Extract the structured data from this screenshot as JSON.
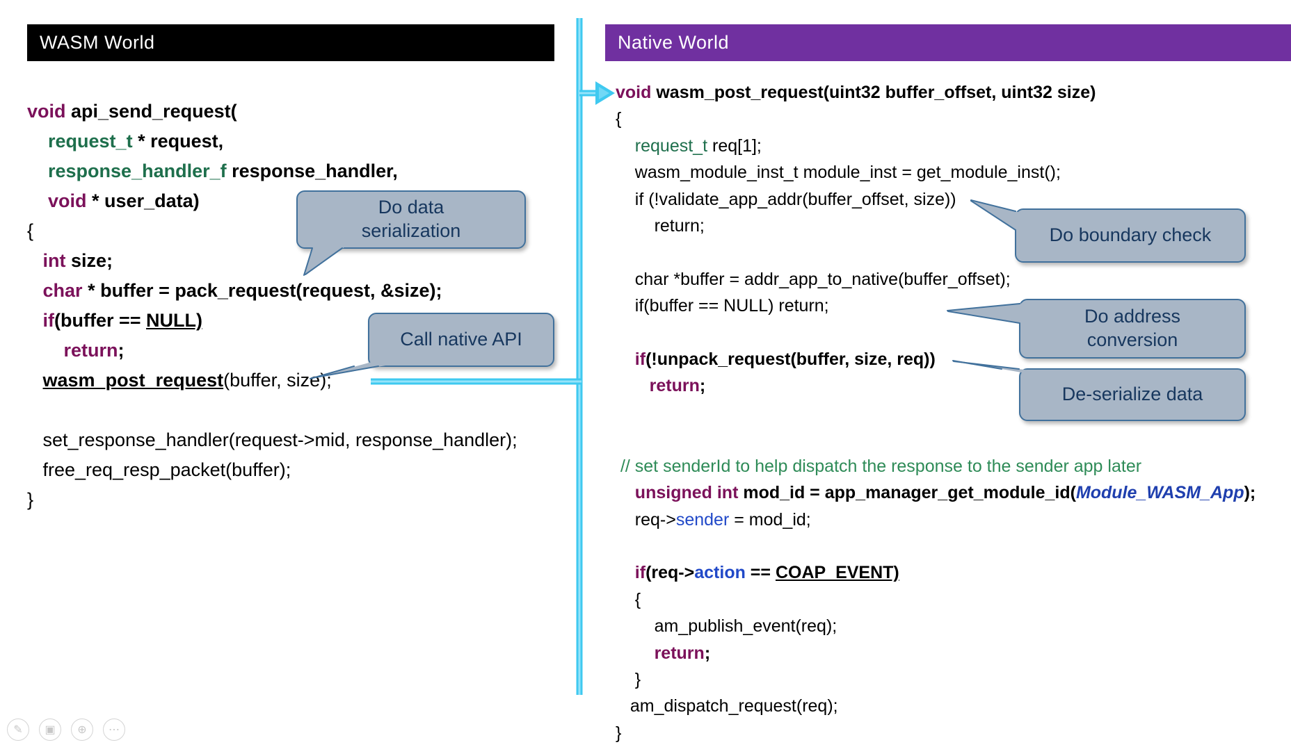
{
  "colors": {
    "header_left_bg": "#000000",
    "header_right_bg": "#7030A0",
    "keyword": "#7B115A",
    "type": "#1E6F4C",
    "comment": "#2E8B57",
    "blue": "#2149C8",
    "dark_blue": "#1F3FAE",
    "callout_bg": "#A8B6C6",
    "callout_border": "#41719C",
    "callout_text": "#17375E",
    "connector": "#3FC9F0",
    "connector_light": "#A5E8FB"
  },
  "left_panel": {
    "header": "WASM World",
    "code": [
      [
        [
          "void ",
          "kw"
        ],
        [
          "api_send_request(",
          "b"
        ]
      ],
      [
        [
          "    ",
          "p"
        ],
        [
          "request_t ",
          "typ"
        ],
        [
          "* request,",
          "b"
        ]
      ],
      [
        [
          "    ",
          "p"
        ],
        [
          "response_handler_f ",
          "typ"
        ],
        [
          "response_handler,",
          "b"
        ]
      ],
      [
        [
          "    ",
          "p"
        ],
        [
          "void ",
          "kw"
        ],
        [
          "* user_data)",
          "b"
        ]
      ],
      [
        [
          "{",
          "p"
        ]
      ],
      [
        [
          "   ",
          "p"
        ],
        [
          "int ",
          "kw"
        ],
        [
          "size;",
          "b"
        ]
      ],
      [
        [
          "   ",
          "p"
        ],
        [
          "char ",
          "kw"
        ],
        [
          "* buffer = pack_request(request, &size);",
          "b"
        ]
      ],
      [
        [
          "   ",
          "p"
        ],
        [
          "if",
          "kw"
        ],
        [
          "(buffer == ",
          "b"
        ],
        [
          "NULL)",
          "bu"
        ]
      ],
      [
        [
          "       ",
          "p"
        ],
        [
          "return",
          "kw"
        ],
        [
          ";",
          "b"
        ]
      ],
      [
        [
          "   ",
          "p"
        ],
        [
          "wasm_post_request",
          "bu"
        ],
        [
          "(buffer, size);",
          "p"
        ]
      ],
      [],
      [
        [
          "   set_response_handler(request->mid, response_handler);",
          "p"
        ]
      ],
      [
        [
          "   free_req_resp_packet(buffer);",
          "p"
        ]
      ],
      [
        [
          "}",
          "p"
        ]
      ]
    ]
  },
  "right_panel": {
    "header": "Native World",
    "code": [
      [
        [
          "void ",
          "kw"
        ],
        [
          "wasm_post_request(uint32 buffer_offset, uint32 size)",
          "b"
        ]
      ],
      [
        [
          "{",
          "p"
        ]
      ],
      [
        [
          "    ",
          "p"
        ],
        [
          "request_t",
          "typr"
        ],
        [
          " req[1];",
          "p"
        ]
      ],
      [
        [
          "    wasm_module_inst_t module_inst = get_module_inst();",
          "p"
        ]
      ],
      [
        [
          "    if (!validate_app_addr(buffer_offset, size))",
          "p"
        ]
      ],
      [
        [
          "        return;",
          "p"
        ]
      ],
      [],
      [
        [
          "    char *buffer = addr_app_to_native(buffer_offset);",
          "p"
        ]
      ],
      [
        [
          "    if(buffer == NULL) return;",
          "p"
        ]
      ],
      [],
      [
        [
          "    ",
          "p"
        ],
        [
          "if",
          "kw"
        ],
        [
          "(!unpack_request(buffer, size, req))",
          "b"
        ]
      ],
      [
        [
          "       ",
          "p"
        ],
        [
          "return",
          "kw"
        ],
        [
          ";",
          "b"
        ]
      ],
      [],
      [],
      [
        [
          " // set senderId to help dispatch the response to the sender app later",
          "c"
        ]
      ],
      [
        [
          "    ",
          "p"
        ],
        [
          "unsigned int ",
          "kw"
        ],
        [
          "mod_id = app_manager_get_module_id(",
          "b"
        ],
        [
          "Module_WASM_App",
          "mwa"
        ],
        [
          ");",
          "b"
        ]
      ],
      [
        [
          "    req->",
          "p"
        ],
        [
          "sender",
          "bl"
        ],
        [
          " = mod_id;",
          "p"
        ]
      ],
      [],
      [
        [
          "    ",
          "p"
        ],
        [
          "if",
          "kw"
        ],
        [
          "(req->",
          "b"
        ],
        [
          "action",
          "blb"
        ],
        [
          " == ",
          "b"
        ],
        [
          "COAP_EVENT)",
          "bu"
        ]
      ],
      [
        [
          "    {",
          "p"
        ]
      ],
      [
        [
          "        am_publish_event(req);",
          "p"
        ]
      ],
      [
        [
          "        ",
          "p"
        ],
        [
          "return",
          "kw"
        ],
        [
          ";",
          "b"
        ]
      ],
      [
        [
          "    }",
          "p"
        ]
      ],
      [
        [
          "   am_dispatch_request(req);",
          "p"
        ]
      ],
      [
        [
          "}",
          "p"
        ]
      ]
    ]
  },
  "callouts": [
    {
      "id": "do-data-serialization",
      "label": "Do data\nserialization"
    },
    {
      "id": "call-native-api",
      "label": "Call native API"
    },
    {
      "id": "do-boundary-check",
      "label": "Do boundary check"
    },
    {
      "id": "do-address-conversion",
      "label": "Do address\nconversion"
    },
    {
      "id": "de-serialize-data",
      "label": "De-serialize data"
    }
  ],
  "toolbar": {
    "icons": [
      {
        "name": "pen-icon",
        "glyph": "✎"
      },
      {
        "name": "slides-overview-icon",
        "glyph": "▣"
      },
      {
        "name": "zoom-icon",
        "glyph": "⊕"
      },
      {
        "name": "more-options-icon",
        "glyph": "⋯"
      }
    ]
  }
}
